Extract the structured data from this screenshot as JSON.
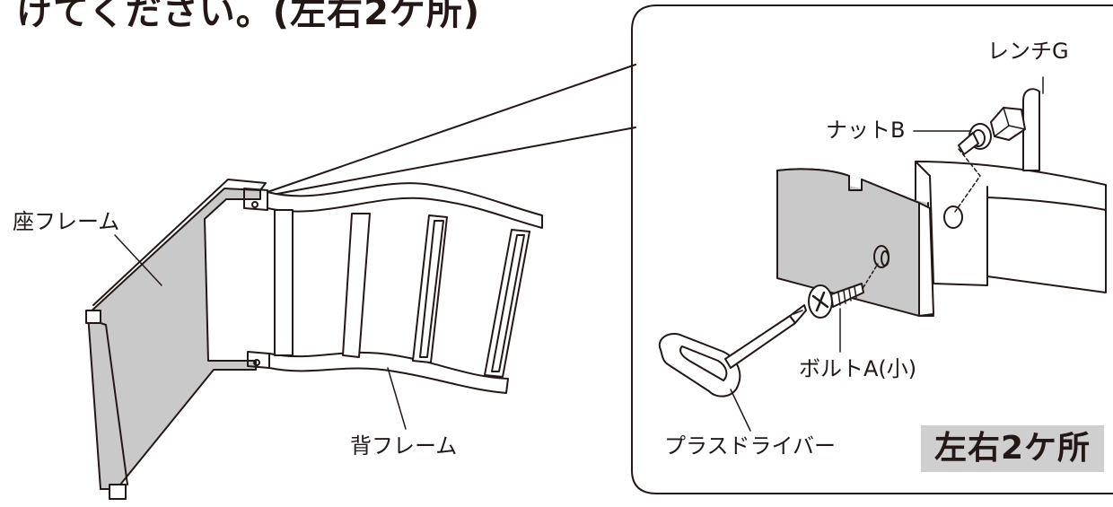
{
  "heading": "けてください。(左右2ケ所)",
  "labels": {
    "seat_frame": "座フレーム",
    "back_frame": "背フレーム",
    "wrench": "レンチG",
    "nut": "ナットB",
    "bolt": "ボルトA(小)",
    "screwdriver": "プラスドライバー"
  },
  "badge": "左右2ケ所",
  "colors": {
    "line": "#231815",
    "panel_fill": "#c9c9c9",
    "badge_fill": "#cfcfcf",
    "background": "#ffffff"
  }
}
